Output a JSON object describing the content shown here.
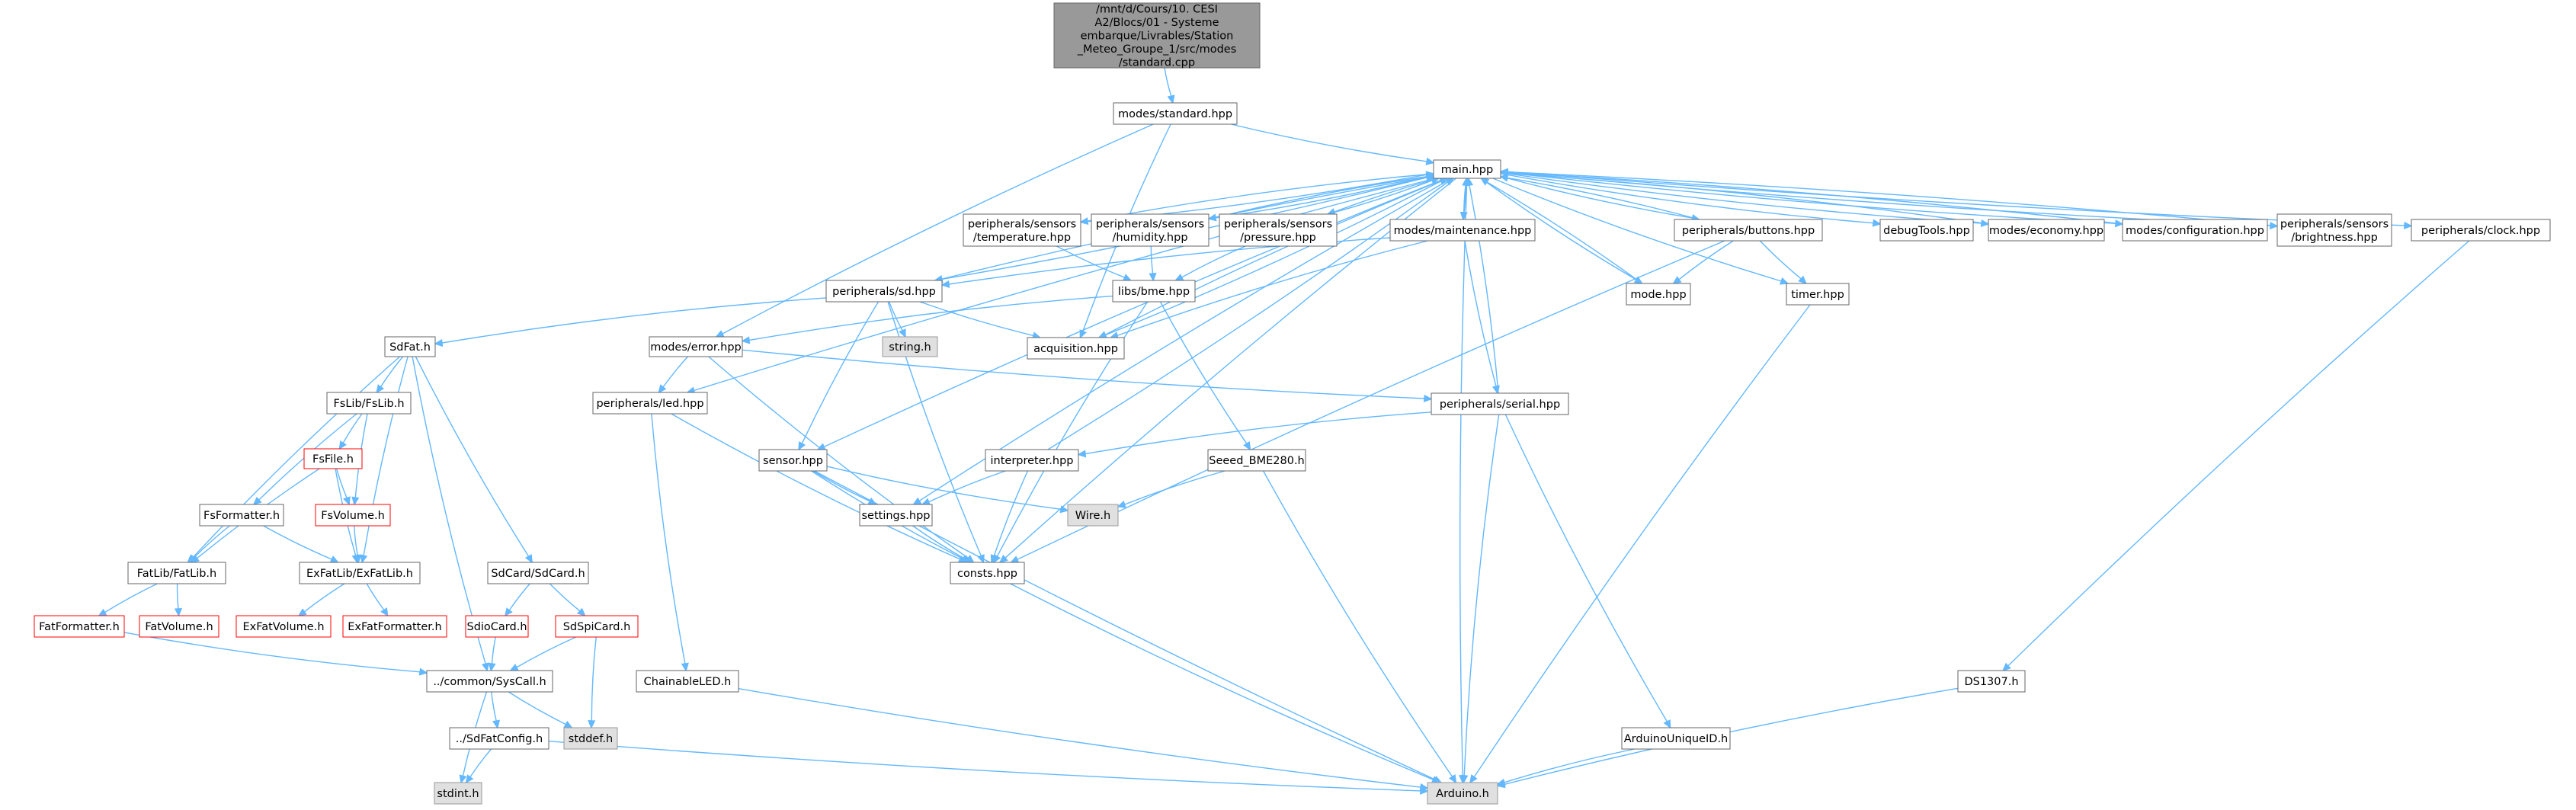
{
  "colors": {
    "edge": "#63b8ff",
    "node_fill": "#ffffff",
    "node_border": "#666666",
    "root_fill": "#999999",
    "root_border": "#666666",
    "missing_fill": "#e0e0e0",
    "missing_border": "#999999",
    "truncated_fill": "#ffffff",
    "truncated_border": "#ff0000"
  },
  "nodes": [
    {
      "id": "root",
      "kind": "root",
      "lines": [
        "/mnt/d/Cours/10. CESI",
        "A2/Blocs/01 - Systeme",
        "embarque/Livrables/Station",
        "_Meteo_Groupe_1/src/modes",
        "/standard.cpp"
      ]
    },
    {
      "id": "std",
      "kind": "normal",
      "lines": [
        "modes/standard.hpp"
      ]
    },
    {
      "id": "main",
      "kind": "normal",
      "lines": [
        "main.hpp"
      ]
    },
    {
      "id": "temp",
      "kind": "normal",
      "lines": [
        "peripherals/sensors",
        "/temperature.hpp"
      ]
    },
    {
      "id": "hum",
      "kind": "normal",
      "lines": [
        "peripherals/sensors",
        "/humidity.hpp"
      ]
    },
    {
      "id": "pres",
      "kind": "normal",
      "lines": [
        "peripherals/sensors",
        "/pressure.hpp"
      ]
    },
    {
      "id": "maint",
      "kind": "normal",
      "lines": [
        "modes/maintenance.hpp"
      ]
    },
    {
      "id": "btn",
      "kind": "normal",
      "lines": [
        "peripherals/buttons.hpp"
      ]
    },
    {
      "id": "dbg",
      "kind": "normal",
      "lines": [
        "debugTools.hpp"
      ]
    },
    {
      "id": "eco",
      "kind": "normal",
      "lines": [
        "modes/economy.hpp"
      ]
    },
    {
      "id": "conf",
      "kind": "normal",
      "lines": [
        "modes/configuration.hpp"
      ]
    },
    {
      "id": "bright",
      "kind": "normal",
      "lines": [
        "peripherals/sensors",
        "/brightness.hpp"
      ]
    },
    {
      "id": "clock",
      "kind": "normal",
      "lines": [
        "peripherals/clock.hpp"
      ]
    },
    {
      "id": "sd",
      "kind": "normal",
      "lines": [
        "peripherals/sd.hpp"
      ]
    },
    {
      "id": "bme",
      "kind": "normal",
      "lines": [
        "libs/bme.hpp"
      ]
    },
    {
      "id": "mode",
      "kind": "normal",
      "lines": [
        "mode.hpp"
      ]
    },
    {
      "id": "timer",
      "kind": "normal",
      "lines": [
        "timer.hpp"
      ]
    },
    {
      "id": "string",
      "kind": "missing",
      "lines": [
        "string.h"
      ]
    },
    {
      "id": "acq",
      "kind": "normal",
      "lines": [
        "acquisition.hpp"
      ]
    },
    {
      "id": "sdfat",
      "kind": "normal",
      "lines": [
        "SdFat.h"
      ]
    },
    {
      "id": "err",
      "kind": "normal",
      "lines": [
        "modes/error.hpp"
      ]
    },
    {
      "id": "led",
      "kind": "normal",
      "lines": [
        "peripherals/led.hpp"
      ]
    },
    {
      "id": "serial",
      "kind": "normal",
      "lines": [
        "peripherals/serial.hpp"
      ]
    },
    {
      "id": "fslib",
      "kind": "normal",
      "lines": [
        "FsLib/FsLib.h"
      ]
    },
    {
      "id": "fsfile",
      "kind": "truncated",
      "lines": [
        "FsFile.h"
      ]
    },
    {
      "id": "sensor",
      "kind": "normal",
      "lines": [
        "sensor.hpp"
      ]
    },
    {
      "id": "interp",
      "kind": "normal",
      "lines": [
        "interpreter.hpp"
      ]
    },
    {
      "id": "bme280",
      "kind": "normal",
      "lines": [
        "Seeed_BME280.h"
      ]
    },
    {
      "id": "fsfmt",
      "kind": "normal",
      "lines": [
        "FsFormatter.h"
      ]
    },
    {
      "id": "fsvol",
      "kind": "truncated",
      "lines": [
        "FsVolume.h"
      ]
    },
    {
      "id": "settings",
      "kind": "normal",
      "lines": [
        "settings.hpp"
      ]
    },
    {
      "id": "wire",
      "kind": "missing",
      "lines": [
        "Wire.h"
      ]
    },
    {
      "id": "fatlib",
      "kind": "normal",
      "lines": [
        "FatLib/FatLib.h"
      ]
    },
    {
      "id": "exfatlib",
      "kind": "normal",
      "lines": [
        "ExFatLib/ExFatLib.h"
      ]
    },
    {
      "id": "sdcard",
      "kind": "normal",
      "lines": [
        "SdCard/SdCard.h"
      ]
    },
    {
      "id": "consts",
      "kind": "normal",
      "lines": [
        "consts.hpp"
      ]
    },
    {
      "id": "fatfmt",
      "kind": "truncated",
      "lines": [
        "FatFormatter.h"
      ]
    },
    {
      "id": "fatvol",
      "kind": "truncated",
      "lines": [
        "FatVolume.h"
      ]
    },
    {
      "id": "exfatvol",
      "kind": "truncated",
      "lines": [
        "ExFatVolume.h"
      ]
    },
    {
      "id": "exfatfmt",
      "kind": "truncated",
      "lines": [
        "ExFatFormatter.h"
      ]
    },
    {
      "id": "sdio",
      "kind": "truncated",
      "lines": [
        "SdioCard.h"
      ]
    },
    {
      "id": "sdspi",
      "kind": "truncated",
      "lines": [
        "SdSpiCard.h"
      ]
    },
    {
      "id": "syscall",
      "kind": "normal",
      "lines": [
        "../common/SysCall.h"
      ]
    },
    {
      "id": "chain",
      "kind": "normal",
      "lines": [
        "ChainableLED.h"
      ]
    },
    {
      "id": "ds1307",
      "kind": "normal",
      "lines": [
        "DS1307.h"
      ]
    },
    {
      "id": "sdfatcfg",
      "kind": "normal",
      "lines": [
        "../SdFatConfig.h"
      ]
    },
    {
      "id": "stddef",
      "kind": "missing",
      "lines": [
        "stddef.h"
      ]
    },
    {
      "id": "uniq",
      "kind": "normal",
      "lines": [
        "ArduinoUniqueID.h"
      ]
    },
    {
      "id": "stdint",
      "kind": "missing",
      "lines": [
        "stdint.h"
      ]
    },
    {
      "id": "arduino",
      "kind": "missing",
      "lines": [
        "Arduino.h"
      ]
    }
  ],
  "edges": [
    [
      "root",
      "std"
    ],
    [
      "std",
      "main"
    ],
    [
      "std",
      "err"
    ],
    [
      "std",
      "acq"
    ],
    [
      "main",
      "temp"
    ],
    [
      "main",
      "hum"
    ],
    [
      "main",
      "pres"
    ],
    [
      "main",
      "maint"
    ],
    [
      "main",
      "btn"
    ],
    [
      "main",
      "dbg"
    ],
    [
      "main",
      "eco"
    ],
    [
      "main",
      "conf"
    ],
    [
      "main",
      "bright"
    ],
    [
      "main",
      "clock"
    ],
    [
      "main",
      "sd"
    ],
    [
      "main",
      "mode"
    ],
    [
      "main",
      "timer"
    ],
    [
      "main",
      "acq"
    ],
    [
      "main",
      "led"
    ],
    [
      "main",
      "sensor"
    ],
    [
      "main",
      "settings"
    ],
    [
      "main",
      "consts"
    ],
    [
      "main",
      "arduino"
    ],
    [
      "temp",
      "main"
    ],
    [
      "temp",
      "bme"
    ],
    [
      "hum",
      "main"
    ],
    [
      "hum",
      "bme"
    ],
    [
      "pres",
      "main"
    ],
    [
      "pres",
      "bme"
    ],
    [
      "maint",
      "main"
    ],
    [
      "maint",
      "sd"
    ],
    [
      "maint",
      "acq"
    ],
    [
      "maint",
      "serial"
    ],
    [
      "btn",
      "main"
    ],
    [
      "btn",
      "mode"
    ],
    [
      "btn",
      "timer"
    ],
    [
      "btn",
      "consts"
    ],
    [
      "eco",
      "main"
    ],
    [
      "conf",
      "main"
    ],
    [
      "bright",
      "main"
    ],
    [
      "clock",
      "ds1307"
    ],
    [
      "mode",
      "main"
    ],
    [
      "timer",
      "arduino"
    ],
    [
      "sd",
      "main"
    ],
    [
      "sd",
      "sdfat"
    ],
    [
      "sd",
      "string"
    ],
    [
      "sd",
      "acq"
    ],
    [
      "sd",
      "sensor"
    ],
    [
      "sd",
      "consts"
    ],
    [
      "bme",
      "err"
    ],
    [
      "bme",
      "bme280"
    ],
    [
      "bme",
      "consts"
    ],
    [
      "acq",
      "main"
    ],
    [
      "err",
      "led"
    ],
    [
      "err",
      "serial"
    ],
    [
      "err",
      "consts"
    ],
    [
      "serial",
      "main"
    ],
    [
      "serial",
      "interp"
    ],
    [
      "serial",
      "uniq"
    ],
    [
      "serial",
      "arduino"
    ],
    [
      "led",
      "chain"
    ],
    [
      "led",
      "consts"
    ],
    [
      "sensor",
      "settings"
    ],
    [
      "sensor",
      "wire"
    ],
    [
      "sensor",
      "consts"
    ],
    [
      "sensor",
      "arduino"
    ],
    [
      "interp",
      "main"
    ],
    [
      "interp",
      "settings"
    ],
    [
      "interp",
      "consts"
    ],
    [
      "settings",
      "consts"
    ],
    [
      "bme280",
      "wire"
    ],
    [
      "bme280",
      "arduino"
    ],
    [
      "consts",
      "arduino"
    ],
    [
      "sdfat",
      "fslib"
    ],
    [
      "sdfat",
      "fatlib"
    ],
    [
      "sdfat",
      "exfatlib"
    ],
    [
      "sdfat",
      "sdcard"
    ],
    [
      "sdfat",
      "syscall"
    ],
    [
      "fslib",
      "fsfile"
    ],
    [
      "fslib",
      "fsvol"
    ],
    [
      "fslib",
      "fsfmt"
    ],
    [
      "fsfile",
      "fsvol"
    ],
    [
      "fsfile",
      "fatlib"
    ],
    [
      "fsfile",
      "exfatlib"
    ],
    [
      "fsvol",
      "exfatlib"
    ],
    [
      "fsfmt",
      "fatlib"
    ],
    [
      "fsfmt",
      "exfatlib"
    ],
    [
      "fatlib",
      "fatfmt"
    ],
    [
      "fatlib",
      "fatvol"
    ],
    [
      "exfatlib",
      "exfatvol"
    ],
    [
      "exfatlib",
      "exfatfmt"
    ],
    [
      "fatfmt",
      "syscall"
    ],
    [
      "sdcard",
      "sdio"
    ],
    [
      "sdcard",
      "sdspi"
    ],
    [
      "sdio",
      "syscall"
    ],
    [
      "sdspi",
      "syscall"
    ],
    [
      "sdspi",
      "stddef"
    ],
    [
      "syscall",
      "sdfatcfg"
    ],
    [
      "syscall",
      "stddef"
    ],
    [
      "syscall",
      "stdint"
    ],
    [
      "sdfatcfg",
      "stdint"
    ],
    [
      "sdfatcfg",
      "arduino"
    ],
    [
      "chain",
      "arduino"
    ],
    [
      "ds1307",
      "arduino"
    ],
    [
      "uniq",
      "arduino"
    ]
  ]
}
